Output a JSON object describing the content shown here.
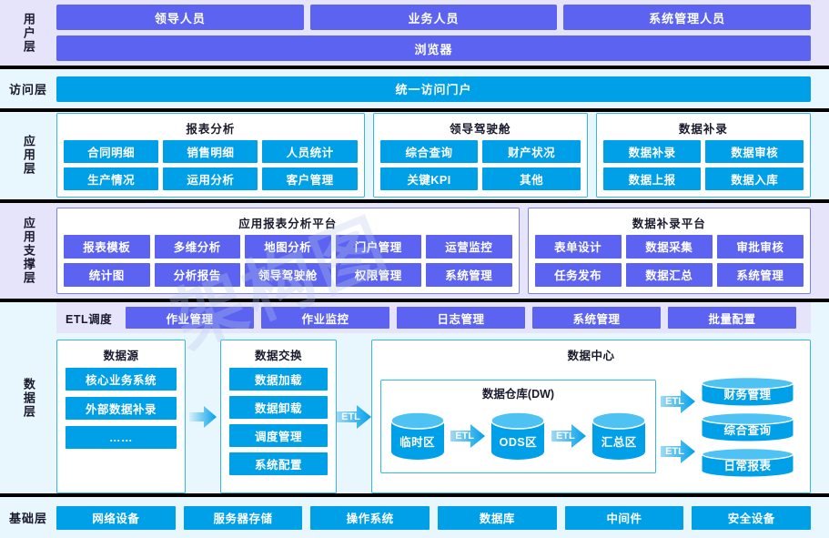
{
  "layers": {
    "user": {
      "label": "用户层",
      "roles": [
        "领导人员",
        "业务人员",
        "系统管理人员"
      ],
      "client": "浏览器"
    },
    "access": {
      "label": "访问层",
      "portal": "统一访问门户"
    },
    "application": {
      "label": "应用层",
      "groups": [
        {
          "title": "报表分析",
          "items": [
            "合同明细",
            "销售明细",
            "人员统计",
            "生产情况",
            "运用分析",
            "客户管理"
          ]
        },
        {
          "title": "领导驾驶舱",
          "items": [
            "综合查询",
            "财产状况",
            "关键KPI",
            "其他"
          ]
        },
        {
          "title": "数据补录",
          "items": [
            "数据补录",
            "数据审核",
            "数据上报",
            "数据入库"
          ]
        }
      ]
    },
    "support": {
      "label": "应用支撑层",
      "groups": [
        {
          "title": "应用报表分析平台",
          "items": [
            "报表模板",
            "多维分析",
            "地图分析",
            "门户管理",
            "运营监控",
            "统计图",
            "分析报告",
            "领导驾驶舱",
            "权限管理",
            "系统管理"
          ]
        },
        {
          "title": "数据补录平台",
          "items": [
            "表单设计",
            "数据采集",
            "审批审核",
            "任务发布",
            "数据汇总",
            "系统管理"
          ]
        }
      ]
    },
    "data": {
      "label": "数据层",
      "etl_schedule": {
        "label": "ETL调度",
        "items": [
          "作业管理",
          "作业监控",
          "日志管理",
          "系统管理",
          "批量配置"
        ]
      },
      "source": {
        "title": "数据源",
        "items": [
          "核心业务系统",
          "外部数据补录",
          "……"
        ]
      },
      "exchange": {
        "title": "数据交换",
        "items": [
          "数据加载",
          "数据卸载",
          "调度管理",
          "系统配置"
        ]
      },
      "center": {
        "title": "数据中心",
        "warehouse": {
          "title": "数据仓库(DW)",
          "zones": [
            "临时区",
            "ODS区",
            "汇总区"
          ]
        },
        "outputs": [
          "财务管理",
          "综合查询",
          "日常报表"
        ],
        "etl_label": "ETL"
      }
    },
    "base": {
      "label": "基础层",
      "items": [
        "网络设备",
        "服务器存储",
        "操作系统",
        "数据库",
        "中间件",
        "安全设备"
      ]
    }
  },
  "watermark": "架构图",
  "colors": {
    "purple": "#5b63f0",
    "cyan": "#00a0e9",
    "lavender_bg": "#e6e4fb",
    "lightblue_bg": "#e8f6fd",
    "panel_border_cyan": "#35b6ef",
    "panel_border_purple": "#7b7ff0",
    "separator": "#000000"
  }
}
